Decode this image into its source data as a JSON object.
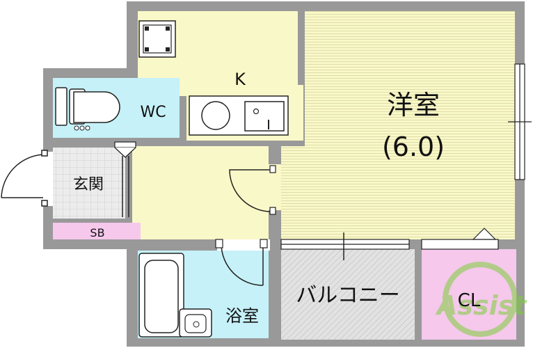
{
  "rooms": {
    "kitchen": "K",
    "western_room": "洋室",
    "western_room_size": "(6.0)",
    "wc": "WC",
    "entrance": "玄関",
    "shoe_box": "SB",
    "bathroom": "浴室",
    "balcony": "バルコニー",
    "closet": "CL"
  },
  "watermark": {
    "text": "Assist"
  },
  "colors": {
    "wall": "#999999",
    "room_yellow": "#f9f8c8",
    "wc_cyan": "#c6f1f8",
    "bath_cyan": "#c6f1f8",
    "closet_pink": "#f5c8ec",
    "shoe_box_pink": "#f5c8ec",
    "balcony_gray": "#dedede",
    "watermark_green": "#7ccf3a"
  }
}
